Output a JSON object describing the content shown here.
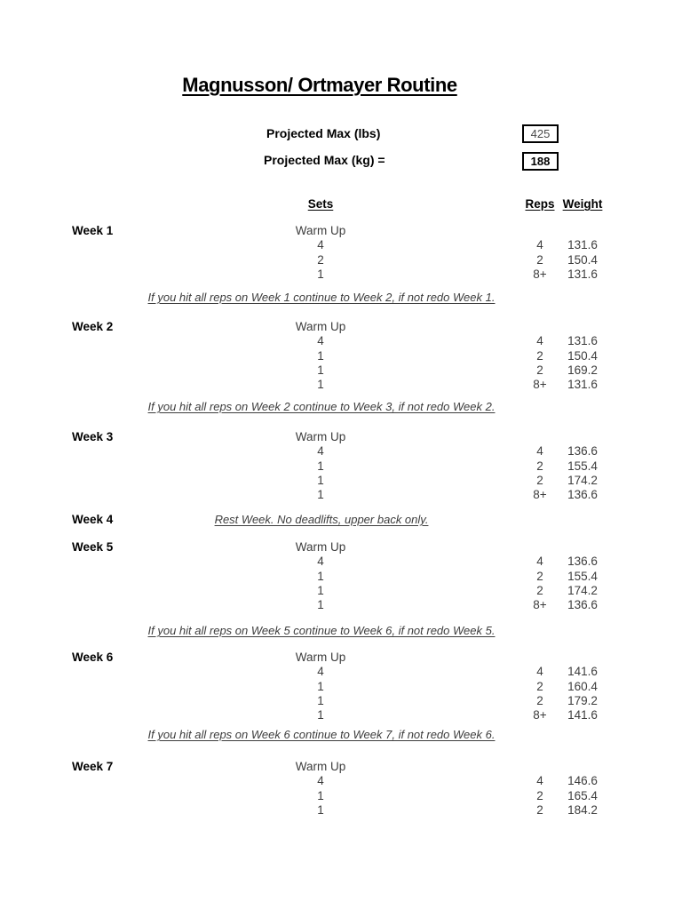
{
  "document": {
    "title": "Magnusson/ Ortmayer Routine",
    "projected_max_lbs": {
      "label": "Projected Max (lbs)",
      "value": "425"
    },
    "projected_max_kg": {
      "label": "Projected Max (kg) =",
      "value": "188"
    },
    "columns": {
      "sets": "Sets",
      "reps": "Reps",
      "weight": "Weight"
    }
  },
  "weeks": [
    {
      "label": "Week 1",
      "warmup": "Warm Up",
      "rows": [
        {
          "sets": "4",
          "reps": "4",
          "weight": "131.6"
        },
        {
          "sets": "2",
          "reps": "2",
          "weight": "150.4"
        },
        {
          "sets": "1",
          "reps": "8+",
          "weight": "131.6"
        }
      ],
      "note": "If you hit all reps on Week 1 continue to Week 2, if not redo Week 1."
    },
    {
      "label": "Week 2",
      "warmup": "Warm Up",
      "rows": [
        {
          "sets": "4",
          "reps": "4",
          "weight": "131.6"
        },
        {
          "sets": "1",
          "reps": "2",
          "weight": "150.4"
        },
        {
          "sets": "1",
          "reps": "2",
          "weight": "169.2"
        },
        {
          "sets": "1",
          "reps": "8+",
          "weight": "131.6"
        }
      ],
      "note": "If you hit all reps on Week 2 continue to Week 3, if not redo Week 2."
    },
    {
      "label": "Week 3",
      "warmup": "Warm Up",
      "rows": [
        {
          "sets": "4",
          "reps": "4",
          "weight": "136.6"
        },
        {
          "sets": "1",
          "reps": "2",
          "weight": "155.4"
        },
        {
          "sets": "1",
          "reps": "2",
          "weight": "174.2"
        },
        {
          "sets": "1",
          "reps": "8+",
          "weight": "136.6"
        }
      ],
      "note": null
    },
    {
      "label": "Week 4",
      "rest_note": "Rest Week. No deadlifts, upper back only."
    },
    {
      "label": "Week 5",
      "warmup": "Warm Up",
      "rows": [
        {
          "sets": "4",
          "reps": "4",
          "weight": "136.6"
        },
        {
          "sets": "1",
          "reps": "2",
          "weight": "155.4"
        },
        {
          "sets": "1",
          "reps": "2",
          "weight": "174.2"
        },
        {
          "sets": "1",
          "reps": "8+",
          "weight": "136.6"
        }
      ],
      "note": "If you hit all reps on Week 5 continue to Week 6, if not redo Week 5."
    },
    {
      "label": "Week 6",
      "warmup": "Warm Up",
      "rows": [
        {
          "sets": "4",
          "reps": "4",
          "weight": "141.6"
        },
        {
          "sets": "1",
          "reps": "2",
          "weight": "160.4"
        },
        {
          "sets": "1",
          "reps": "2",
          "weight": "179.2"
        },
        {
          "sets": "1",
          "reps": "8+",
          "weight": "141.6"
        }
      ],
      "note": "If you hit all reps on Week 6 continue to Week 7, if not redo Week 6."
    },
    {
      "label": "Week 7",
      "warmup": "Warm Up",
      "rows": [
        {
          "sets": "4",
          "reps": "4",
          "weight": "146.6"
        },
        {
          "sets": "1",
          "reps": "2",
          "weight": "165.4"
        },
        {
          "sets": "1",
          "reps": "2",
          "weight": "184.2"
        }
      ],
      "note": null
    }
  ]
}
